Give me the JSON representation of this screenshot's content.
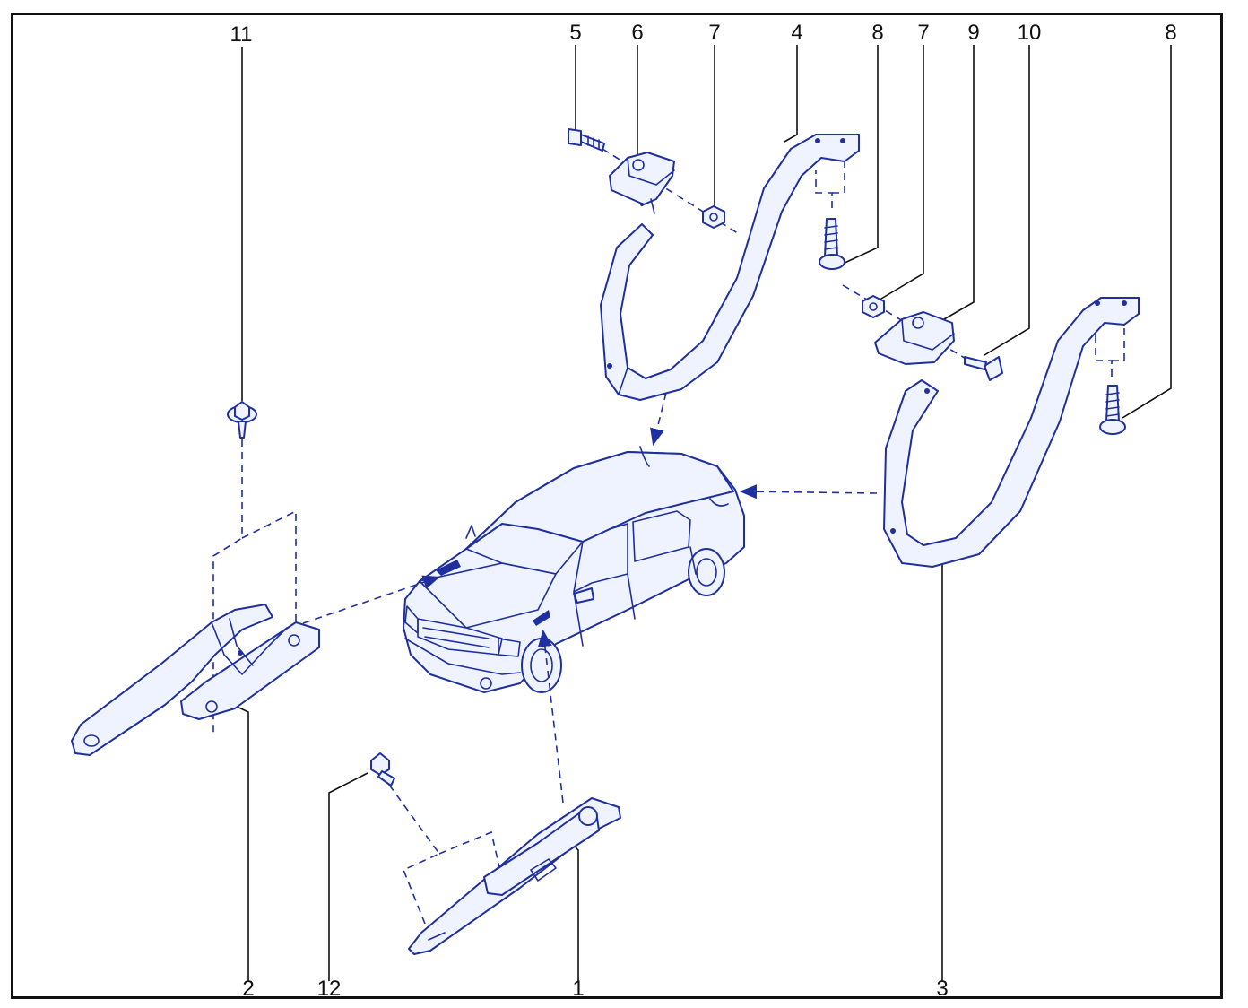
{
  "diagram": {
    "callouts": [
      "11",
      "5",
      "6",
      "7",
      "4",
      "8",
      "7",
      "9",
      "10",
      "8",
      "2",
      "12",
      "1",
      "3"
    ],
    "colors": {
      "line": "#1f2f9e",
      "fill": "#eef3ff",
      "border": "#111111"
    }
  }
}
